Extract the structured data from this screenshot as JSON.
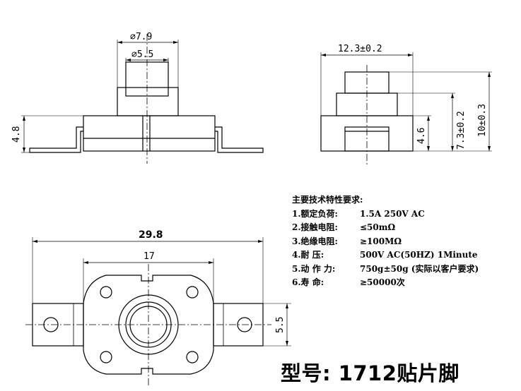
{
  "views": {
    "front": {
      "dim_outer_dia": "⌀7.9",
      "dim_inner_dia": "⌀5.5",
      "dim_height": "4.8"
    },
    "side": {
      "dim_width": "12.3±0.2",
      "dim_body_h": "4.6",
      "dim_mid_h": "7.3±0.2",
      "dim_total_h": "10±0.3"
    },
    "top": {
      "dim_total_w": "29.8",
      "dim_hole_spacing": "17",
      "dim_tab_h": "5.5"
    }
  },
  "specs": {
    "title": "主要技术特性要求:",
    "items": [
      {
        "label": "1.额定负荷:",
        "value": "1.5A 250V AC"
      },
      {
        "label": "2.接触电阻:",
        "value": "≤50mΩ"
      },
      {
        "label": "3.绝缘电阻:",
        "value": "≥100MΩ"
      },
      {
        "label": "4.耐    压:",
        "value": "500V AC(50HZ) 1Minute"
      },
      {
        "label": "5.动 作 力:",
        "value": "750g±50g (实际以客户要求)"
      },
      {
        "label": "6.寿    命:",
        "value": "≥50000次"
      }
    ]
  },
  "model": "型号: 1712贴片脚"
}
